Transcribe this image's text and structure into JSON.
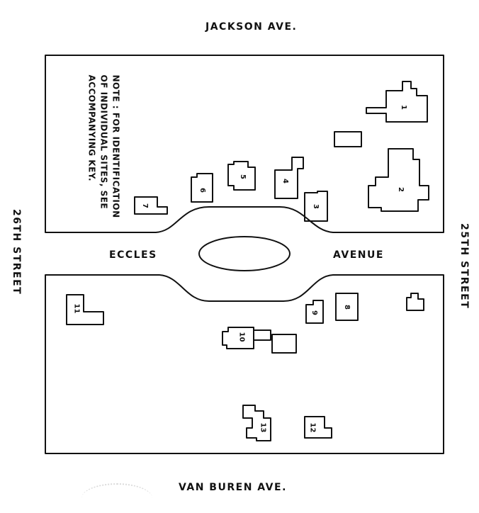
{
  "streets": {
    "north": "JACKSON AVE.",
    "south": "VAN BUREN AVE.",
    "west": "26TH STREET",
    "east": "25TH STREET",
    "center_left": "ECCLES",
    "center_right": "AVENUE"
  },
  "note": {
    "lines": [
      "NOTE : FOR IDENTIFICATION",
      "OF INDIVIDUAL SITES, SEE",
      "ACCOMPANYING KEY."
    ]
  },
  "sites": [
    "1",
    "2",
    "3",
    "4",
    "5",
    "6",
    "7",
    "8",
    "9",
    "10",
    "11",
    "12",
    "13"
  ]
}
